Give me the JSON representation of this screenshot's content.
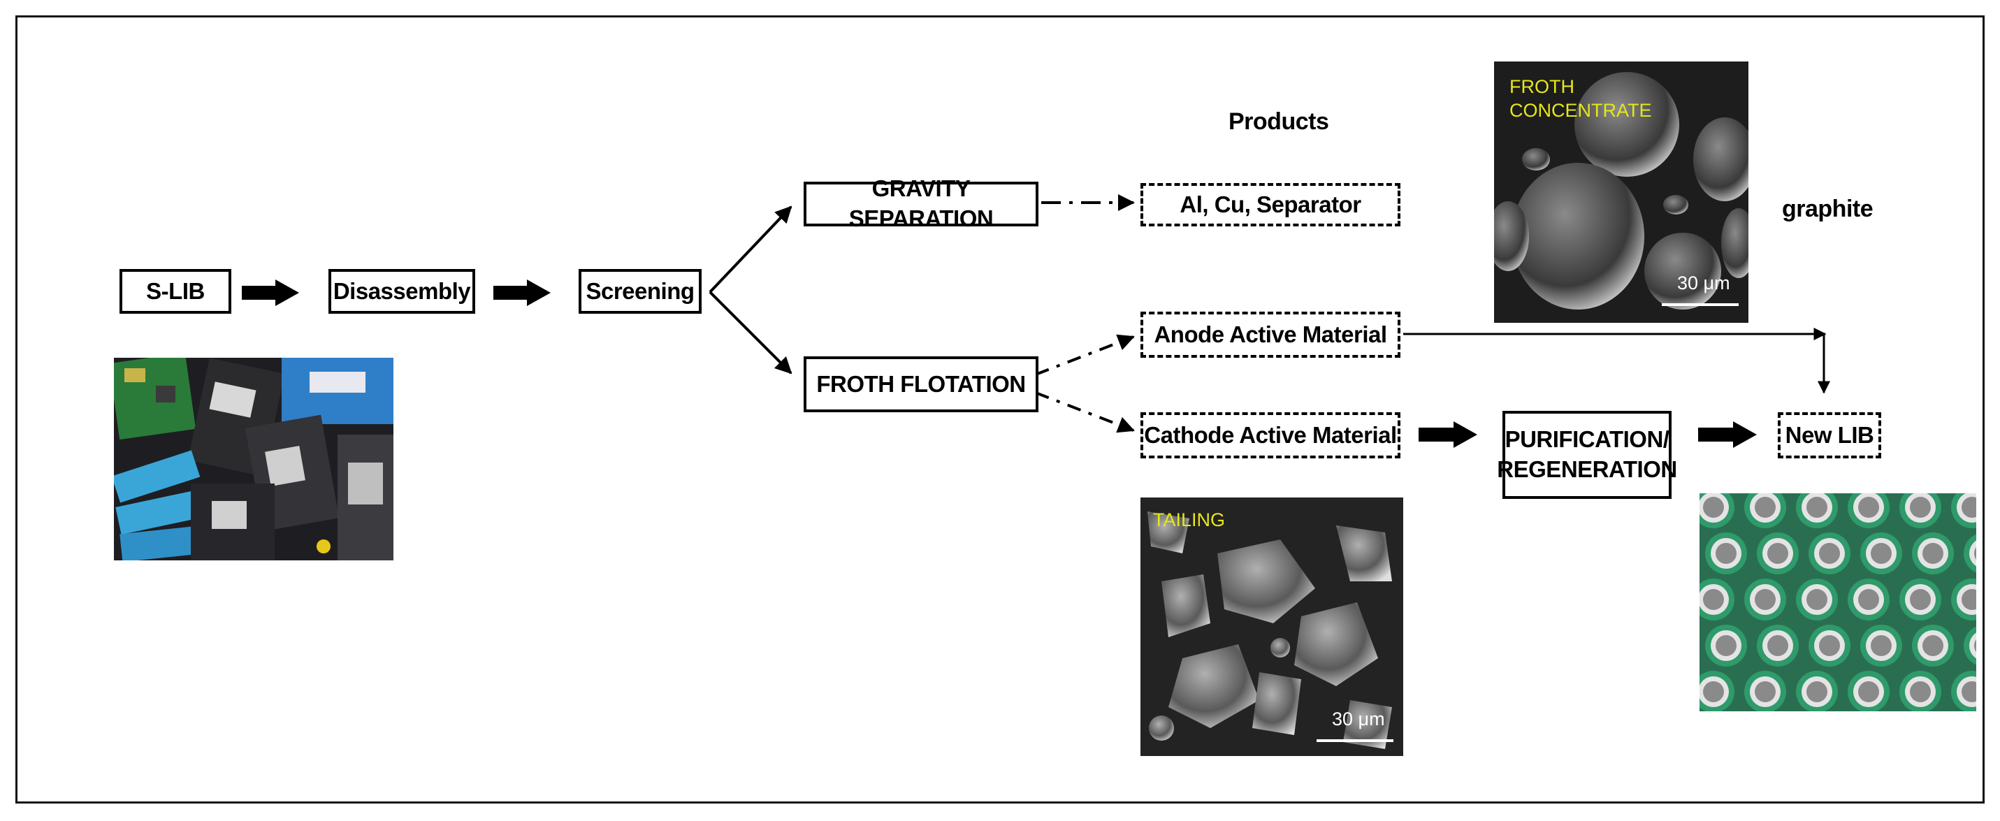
{
  "nodes": {
    "slib": "S-LIB",
    "disassembly": "Disassembly",
    "screening": "Screening",
    "gravity": "GRAVITY SEPARATION",
    "froth": "FROTH FLOTATION",
    "al_cu": "Al, Cu, Separator",
    "anode": "Anode Active Material",
    "cathode": "Cathode Active Material",
    "purification_line1": "PURIFICATION/",
    "purification_line2": "REGENERATION",
    "new_lib": "New LIB"
  },
  "labels": {
    "products": "Products",
    "graphite": "graphite"
  },
  "micrographs": {
    "froth_concentrate": {
      "caption_line1": "FROTH",
      "caption_line2": "CONCENTRATE",
      "scale": "30 μm"
    },
    "tailing": {
      "caption": "TAILING",
      "scale": "30 μm"
    }
  },
  "colors": {
    "caption": "#e6e61a",
    "cell_green": "#2f9a6a",
    "pcb_green": "#2a7a3a",
    "battery_blue": "#2f7fc8"
  }
}
